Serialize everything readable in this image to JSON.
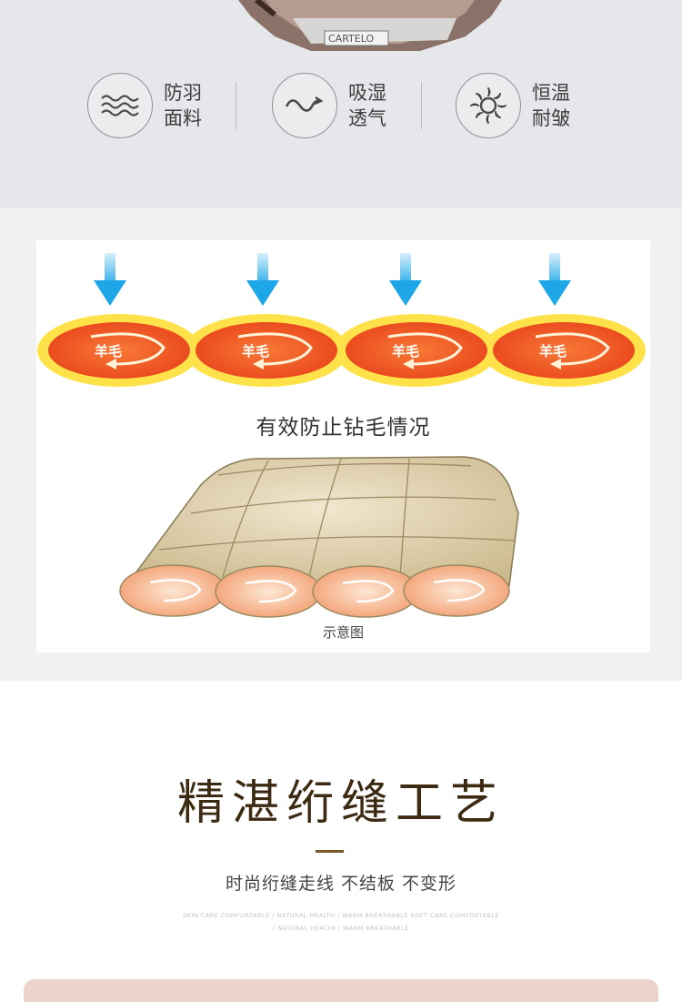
{
  "product_bag": {
    "brand": "CARTELO"
  },
  "features": [
    {
      "id": "feather-proof",
      "line1": "防羽",
      "line2": "面料",
      "icon": "waves-icon"
    },
    {
      "id": "breathable",
      "line1": "吸湿",
      "line2": "透气",
      "icon": "wave-curve-icon"
    },
    {
      "id": "warm",
      "line1": "恒温",
      "line2": "耐皱",
      "icon": "sun-icon"
    }
  ],
  "diagram": {
    "filling_label": "羊毛",
    "caption": "有效防止钻毛情况",
    "schematic_label": "示意图"
  },
  "section": {
    "title": "精湛绗缝工艺",
    "subtitle": "时尚绗缝走线 不结板 不变形",
    "fine_print_line1": "SKIN CARE COMFORTABLE / NATURAL HEALTH / WARM BREATHABLE SOFT CARE COMFORTABLE",
    "fine_print_line2": "/ NATURAL HEALTH / WARM BREATHABLE"
  },
  "colors": {
    "arrow_blue": "#1ea7e8",
    "pod_orange": "#f4581e",
    "pod_yellow": "#ffe24a",
    "title_brown": "#3c2a12",
    "accent_bar": "#7a5a2a"
  }
}
